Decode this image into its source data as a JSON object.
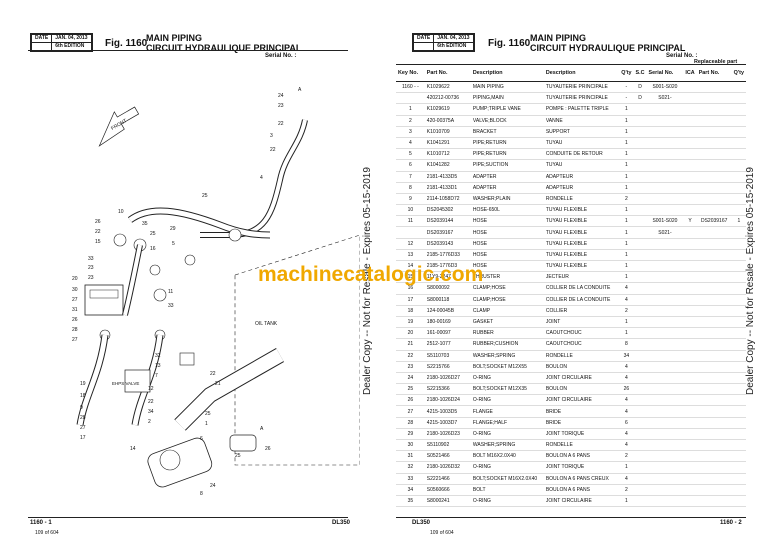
{
  "left": {
    "header": {
      "date_label": "DATE",
      "date": "JAN. 04, 2013",
      "edition": "6th EDITION"
    },
    "fig_label": "Fig. 1160",
    "title_en": "MAIN PIPING",
    "title_fr": "CIRCUIT HYDRAULIQUE PRINCIPAL",
    "serial": "Serial No. :",
    "footer_page": "1160 - 1",
    "footer_sub": "109 of 604",
    "footer_model": "DL350",
    "diagram_labels": {
      "front": "FRONT",
      "oil_tank": "OIL TANK",
      "ehps_valve": "EHPS VALVE",
      "callouts": [
        "24",
        "A",
        "23",
        "22",
        "3",
        "22",
        "4",
        "25",
        "10",
        "26",
        "22",
        "15",
        "35",
        "25",
        "33",
        "23",
        "23",
        "29",
        "20",
        "30",
        "27",
        "31",
        "26",
        "28",
        "27",
        "16",
        "5",
        "11",
        "33",
        "32",
        "13",
        "7",
        "12",
        "22",
        "34",
        "2",
        "19",
        "18",
        "9",
        "28",
        "27",
        "17",
        "22",
        "21",
        "25",
        "1",
        "14",
        "6",
        "A",
        "26",
        "25",
        "24",
        "8"
      ]
    }
  },
  "right": {
    "header": {
      "date_label": "DATE",
      "date": "JAN. 04, 2013",
      "edition": "6th EDITION"
    },
    "fig_label": "Fig. 1160",
    "title_en": "MAIN PIPING",
    "title_fr": "CIRCUIT HYDRAULIQUE PRINCIPAL",
    "serial": "Serial No. :",
    "replaceable_label": "Replaceable part",
    "columns": [
      "Key No.",
      "Part No.",
      "Description",
      "Description",
      "Q'ty",
      "S.C",
      "Serial No.",
      "ICA",
      "Part No.",
      "Q'ty"
    ],
    "rows": [
      [
        "1160 - -",
        "K1029622",
        "MAIN PIPING",
        "TUYAUTERIE PRINCIPALE",
        "-",
        "D",
        "S001-S020",
        "",
        "",
        ""
      ],
      [
        "",
        "420212-00736",
        "PIPING,MAIN",
        "TUYAUTERIE PRINCIPALE",
        "-",
        "D",
        "S021-",
        "",
        "",
        ""
      ],
      [
        "1",
        "K1029619",
        "PUMP;TRIPLE VANE",
        "POMPE : PALETTE TRIPLE",
        "1",
        "",
        "",
        "",
        "",
        ""
      ],
      [
        "2",
        "420-00375A",
        "VALVE;BLOCK",
        "VANNE",
        "1",
        "",
        "",
        "",
        "",
        ""
      ],
      [
        "3",
        "K1010709",
        "BRACKET",
        "SUPPORT",
        "1",
        "",
        "",
        "",
        "",
        ""
      ],
      [
        "4",
        "K1041291",
        "PIPE;RETURN",
        "TUYAU",
        "1",
        "",
        "",
        "",
        "",
        ""
      ],
      [
        "5",
        "K1010712",
        "PIPE;RETURN",
        "CONDUITE DE RETOUR",
        "1",
        "",
        "",
        "",
        "",
        ""
      ],
      [
        "6",
        "K1041282",
        "PIPE;SUCTION",
        "TUYAU",
        "1",
        "",
        "",
        "",
        "",
        ""
      ],
      [
        "7",
        "2181-4133D5",
        "ADAPTER",
        "ADAPTEUR",
        "1",
        "",
        "",
        "",
        "",
        ""
      ],
      [
        "8",
        "2181-4133D1",
        "ADAPTER",
        "ADAPTEUR",
        "1",
        "",
        "",
        "",
        "",
        ""
      ],
      [
        "9",
        "2114-1058D72",
        "WASHER;PLAIN",
        "RONDELLE",
        "2",
        "",
        "",
        "",
        "",
        ""
      ],
      [
        "10",
        "DS2045302",
        "HOSE-650L",
        "TUYAU FLEXIBLE",
        "1",
        "",
        "",
        "",
        "",
        ""
      ],
      [
        "11",
        "DS2039144",
        "HOSE",
        "TUYAU FLEXIBLE",
        "1",
        "",
        "S001-S020",
        "Y",
        "DS2039167",
        "1"
      ],
      [
        "",
        "DS2039167",
        "HOSE",
        "TUYAU FLEXIBLE",
        "1",
        "",
        "S021-",
        "",
        "",
        ""
      ],
      [
        "12",
        "DS2039143",
        "HOSE",
        "TUYAU FLEXIBLE",
        "1",
        "",
        "",
        "",
        "",
        ""
      ],
      [
        "13",
        "2185-1776D33",
        "HOSE",
        "TUYAU FLEXIBLE",
        "1",
        "",
        "",
        "",
        "",
        ""
      ],
      [
        "14",
        "2185-1776D3",
        "HOSE",
        "TUYAU FLEXIBLE",
        "1",
        "",
        "",
        "",
        "",
        ""
      ],
      [
        "15",
        "11Y9-2247",
        "THRUSTER",
        "JECTEUR",
        "1",
        "",
        "",
        "",
        "",
        ""
      ],
      [
        "16",
        "S8000092",
        "CLAMP;HOSE",
        "COLLIER DE LA CONDUITE",
        "4",
        "",
        "",
        "",
        "",
        ""
      ],
      [
        "17",
        "S8000118",
        "CLAMP;HOSE",
        "COLLIER DE LA CONDUITE",
        "4",
        "",
        "",
        "",
        "",
        ""
      ],
      [
        "18",
        "124-00045B",
        "CLAMP",
        "COLLIER",
        "2",
        "",
        "",
        "",
        "",
        ""
      ],
      [
        "19",
        "180-00169",
        "GASKET",
        "JOINT",
        "1",
        "",
        "",
        "",
        "",
        ""
      ],
      [
        "20",
        "161-00097",
        "RUBBER",
        "CAOUTCHOUC",
        "1",
        "",
        "",
        "",
        "",
        ""
      ],
      [
        "21",
        "2512-1077",
        "RUBBER;CUSHION",
        "CAOUTCHOUC",
        "8",
        "",
        "",
        "",
        "",
        ""
      ],
      [
        "22",
        "S5110703",
        "WASHER;SPRING",
        "RONDELLE",
        "34",
        "",
        "",
        "",
        "",
        ""
      ],
      [
        "23",
        "S2215766",
        "BOLT;SOCKET M12X55",
        "BOULON",
        "4",
        "",
        "",
        "",
        "",
        ""
      ],
      [
        "24",
        "2180-1026D27",
        "O-RING",
        "JOINT CIRCULAIRE",
        "4",
        "",
        "",
        "",
        "",
        ""
      ],
      [
        "25",
        "S2215366",
        "BOLT;SOCKET M12X35",
        "BOULON",
        "26",
        "",
        "",
        "",
        "",
        ""
      ],
      [
        "26",
        "2180-1026D24",
        "O-RING",
        "JOINT CIRCULAIRE",
        "4",
        "",
        "",
        "",
        "",
        ""
      ],
      [
        "27",
        "4215-1003D5",
        "FLANGE",
        "BRIDE",
        "4",
        "",
        "",
        "",
        "",
        ""
      ],
      [
        "28",
        "4215-1003D7",
        "FLANGE;HALF",
        "BRIDE",
        "6",
        "",
        "",
        "",
        "",
        ""
      ],
      [
        "29",
        "2180-1026D23",
        "O-RING",
        "JOINT TORIQUE",
        "4",
        "",
        "",
        "",
        "",
        ""
      ],
      [
        "30",
        "S5110902",
        "WASHER;SPRING",
        "RONDELLE",
        "4",
        "",
        "",
        "",
        "",
        ""
      ],
      [
        "31",
        "S0521466",
        "BOLT M16X2.0X40",
        "BOULON A 6 PANS",
        "2",
        "",
        "",
        "",
        "",
        ""
      ],
      [
        "32",
        "2180-1026D32",
        "O-RING",
        "JOINT TORIQUE",
        "1",
        "",
        "",
        "",
        "",
        ""
      ],
      [
        "33",
        "S2221466",
        "BOLT;SOCKET M16X2.0X40",
        "BOULON A 6 PANS CREUX",
        "4",
        "",
        "",
        "",
        "",
        ""
      ],
      [
        "34",
        "S0560666",
        "BOLT",
        "BOULON A 6 PANS",
        "2",
        "",
        "",
        "",
        "",
        ""
      ],
      [
        "35",
        "S8000241",
        "O-RING",
        "JOINT CIRCULAIRE",
        "1",
        "",
        "",
        "",
        "",
        ""
      ]
    ],
    "footer_page": "1160 - 2",
    "footer_sub": "109 of 604",
    "footer_model": "DL350"
  },
  "watermark_side": "Dealer Copy -- Not for Resale - Expires 05-15-2019",
  "brand": "machinecatalogic.com"
}
